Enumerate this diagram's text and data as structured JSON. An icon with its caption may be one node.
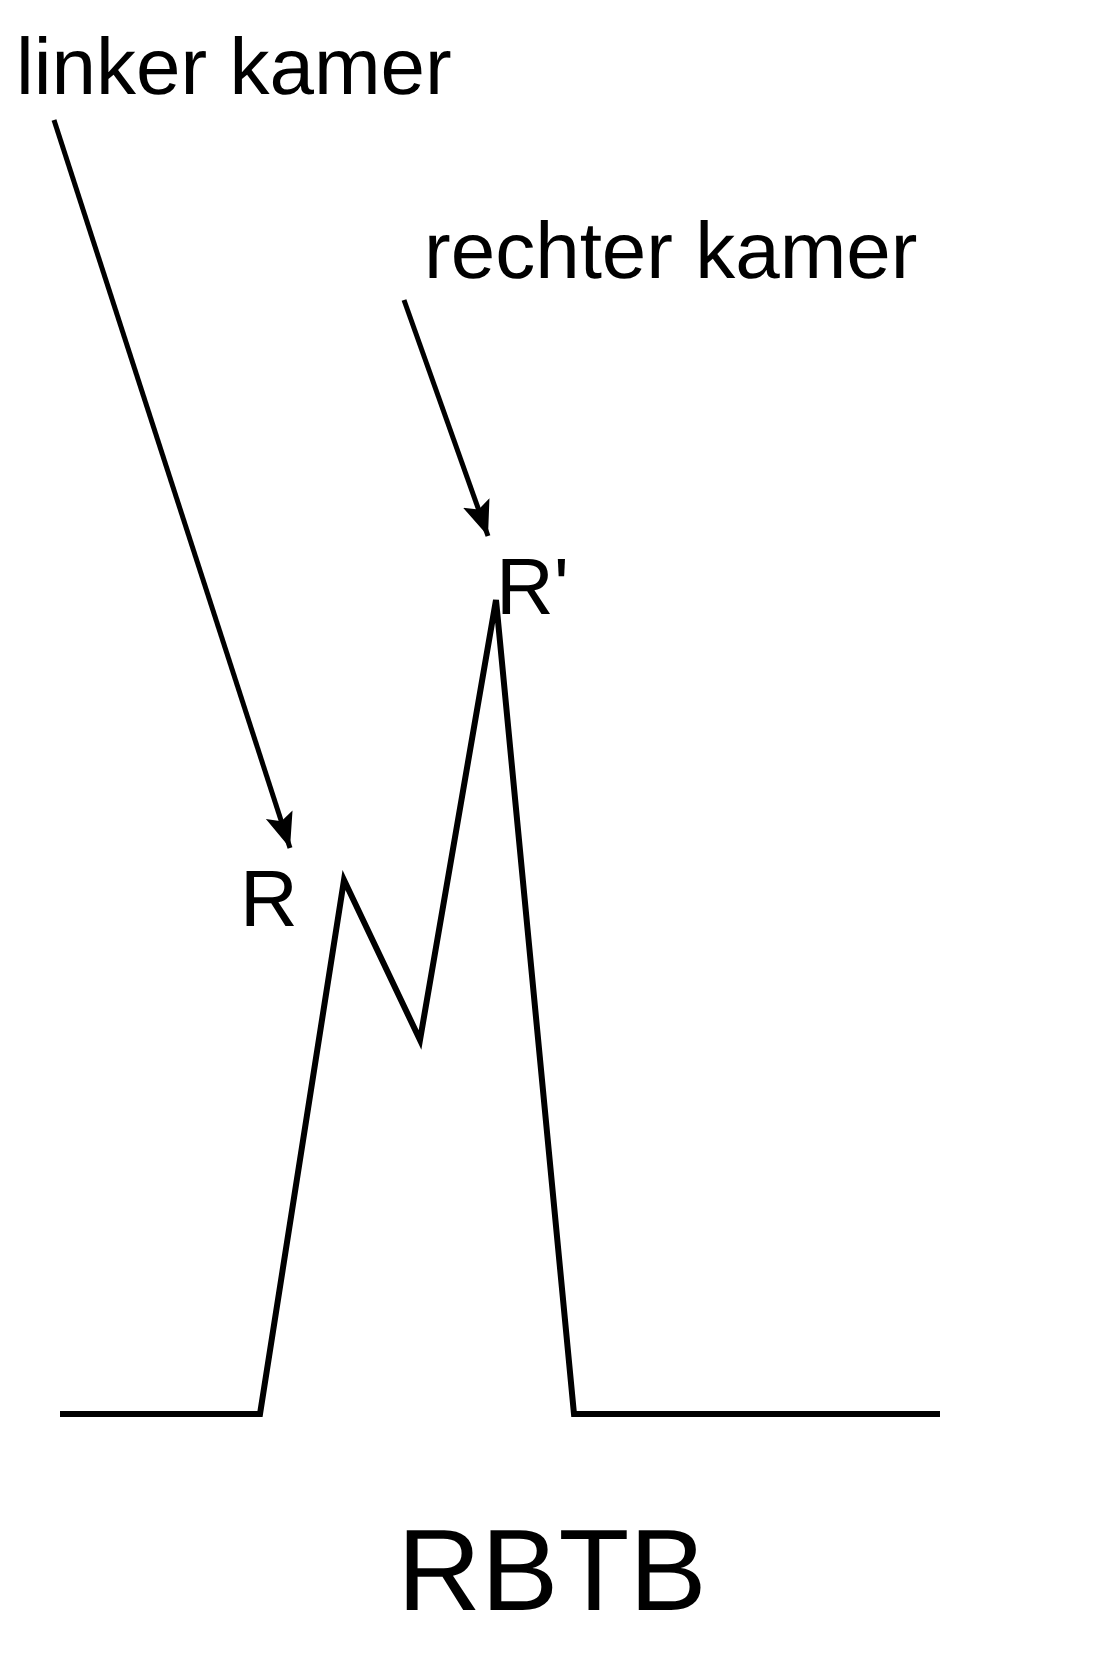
{
  "diagram": {
    "caption": "RBTB",
    "nodes": [
      {
        "text": [
          "linker kamer"
        ]
      },
      {
        "text": [
          "R"
        ]
      },
      {
        "text": [
          "rechter kamer"
        ]
      },
      {
        "text": [
          "R'"
        ]
      }
    ],
    "edges": [
      {
        "from": 0,
        "to": 1,
        "arrow": "to"
      },
      {
        "from": 2,
        "to": 3,
        "arrow": "to"
      }
    ]
  }
}
